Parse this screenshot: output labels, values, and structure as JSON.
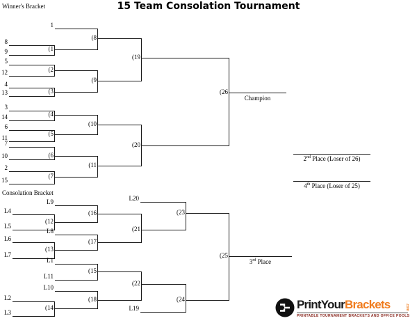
{
  "title": "15 Team Consolation Tournament",
  "winners": {
    "label": "Winner's Bracket",
    "seeds": {
      "s1": "1",
      "s2": "2",
      "s3": "3",
      "s4": "4",
      "s5": "5",
      "s6": "6",
      "s7": "7",
      "s8": "8",
      "s9": "9",
      "s10": "10",
      "s11": "11",
      "s12": "12",
      "s13": "13",
      "s14": "14",
      "s15": "15"
    }
  },
  "consolation": {
    "label": "Consolation Bracket",
    "losers": {
      "L1": "L1",
      "L2": "L2",
      "L3": "L3",
      "L4": "L4",
      "L5": "L5",
      "L6": "L6",
      "L7": "L7",
      "L8": "L8",
      "L9": "L9",
      "L10": "L10",
      "L11": "L11",
      "L19": "L19",
      "L20": "L20"
    }
  },
  "matches": {
    "1": "(1",
    "2": "(2",
    "3": "(3",
    "4": "(4",
    "5": "(5",
    "6": "(6",
    "7": "(7",
    "8": "(8",
    "9": "(9",
    "10": "(10",
    "11": "(11",
    "12": "(12",
    "13": "(13",
    "14": "(14",
    "15": "(15",
    "16": "(16",
    "17": "(17",
    "18": "(18",
    "19": "(19",
    "20": "(20",
    "21": "(21",
    "22": "(22",
    "23": "(23",
    "24": "(24",
    "25": "(25",
    "26": "(26"
  },
  "results": {
    "champion": "Champion",
    "second": {
      "num": "2",
      "sup": "nd",
      "rest": " Place (Loser of 26)"
    },
    "third": {
      "num": "3",
      "sup": "rd",
      "rest": " Place"
    },
    "fourth": {
      "num": "4",
      "sup": "th",
      "rest": " Place (Loser of 25)"
    }
  },
  "logo": {
    "brand_black": "PrintYour",
    "brand_orange": "Brackets",
    "domain": ".com",
    "tagline": "PRINTABLE TOURNAMENT BRACKETS AND OFFICE POOLS"
  },
  "colors": {
    "line": "#1a1a1a",
    "logo_orange": "#f07c1e",
    "tagline_red": "#8a2a21"
  }
}
